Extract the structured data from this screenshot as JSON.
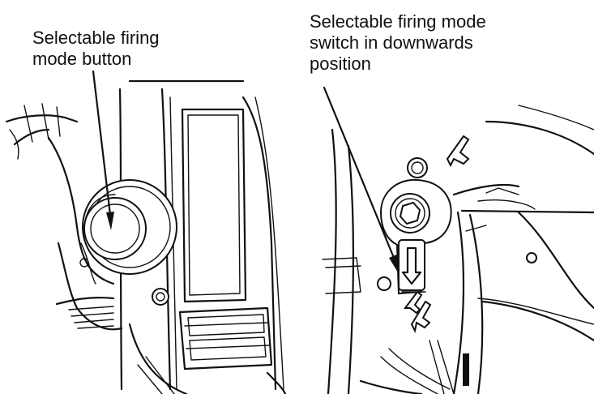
{
  "callouts": {
    "left": {
      "line1": "Selectable firing",
      "line2": "mode button"
    },
    "right": {
      "line1": "Selectable firing mode",
      "line2": "switch in downwards",
      "line3": "position"
    }
  },
  "colors": {
    "line": "#111111",
    "background": "#ffffff"
  }
}
